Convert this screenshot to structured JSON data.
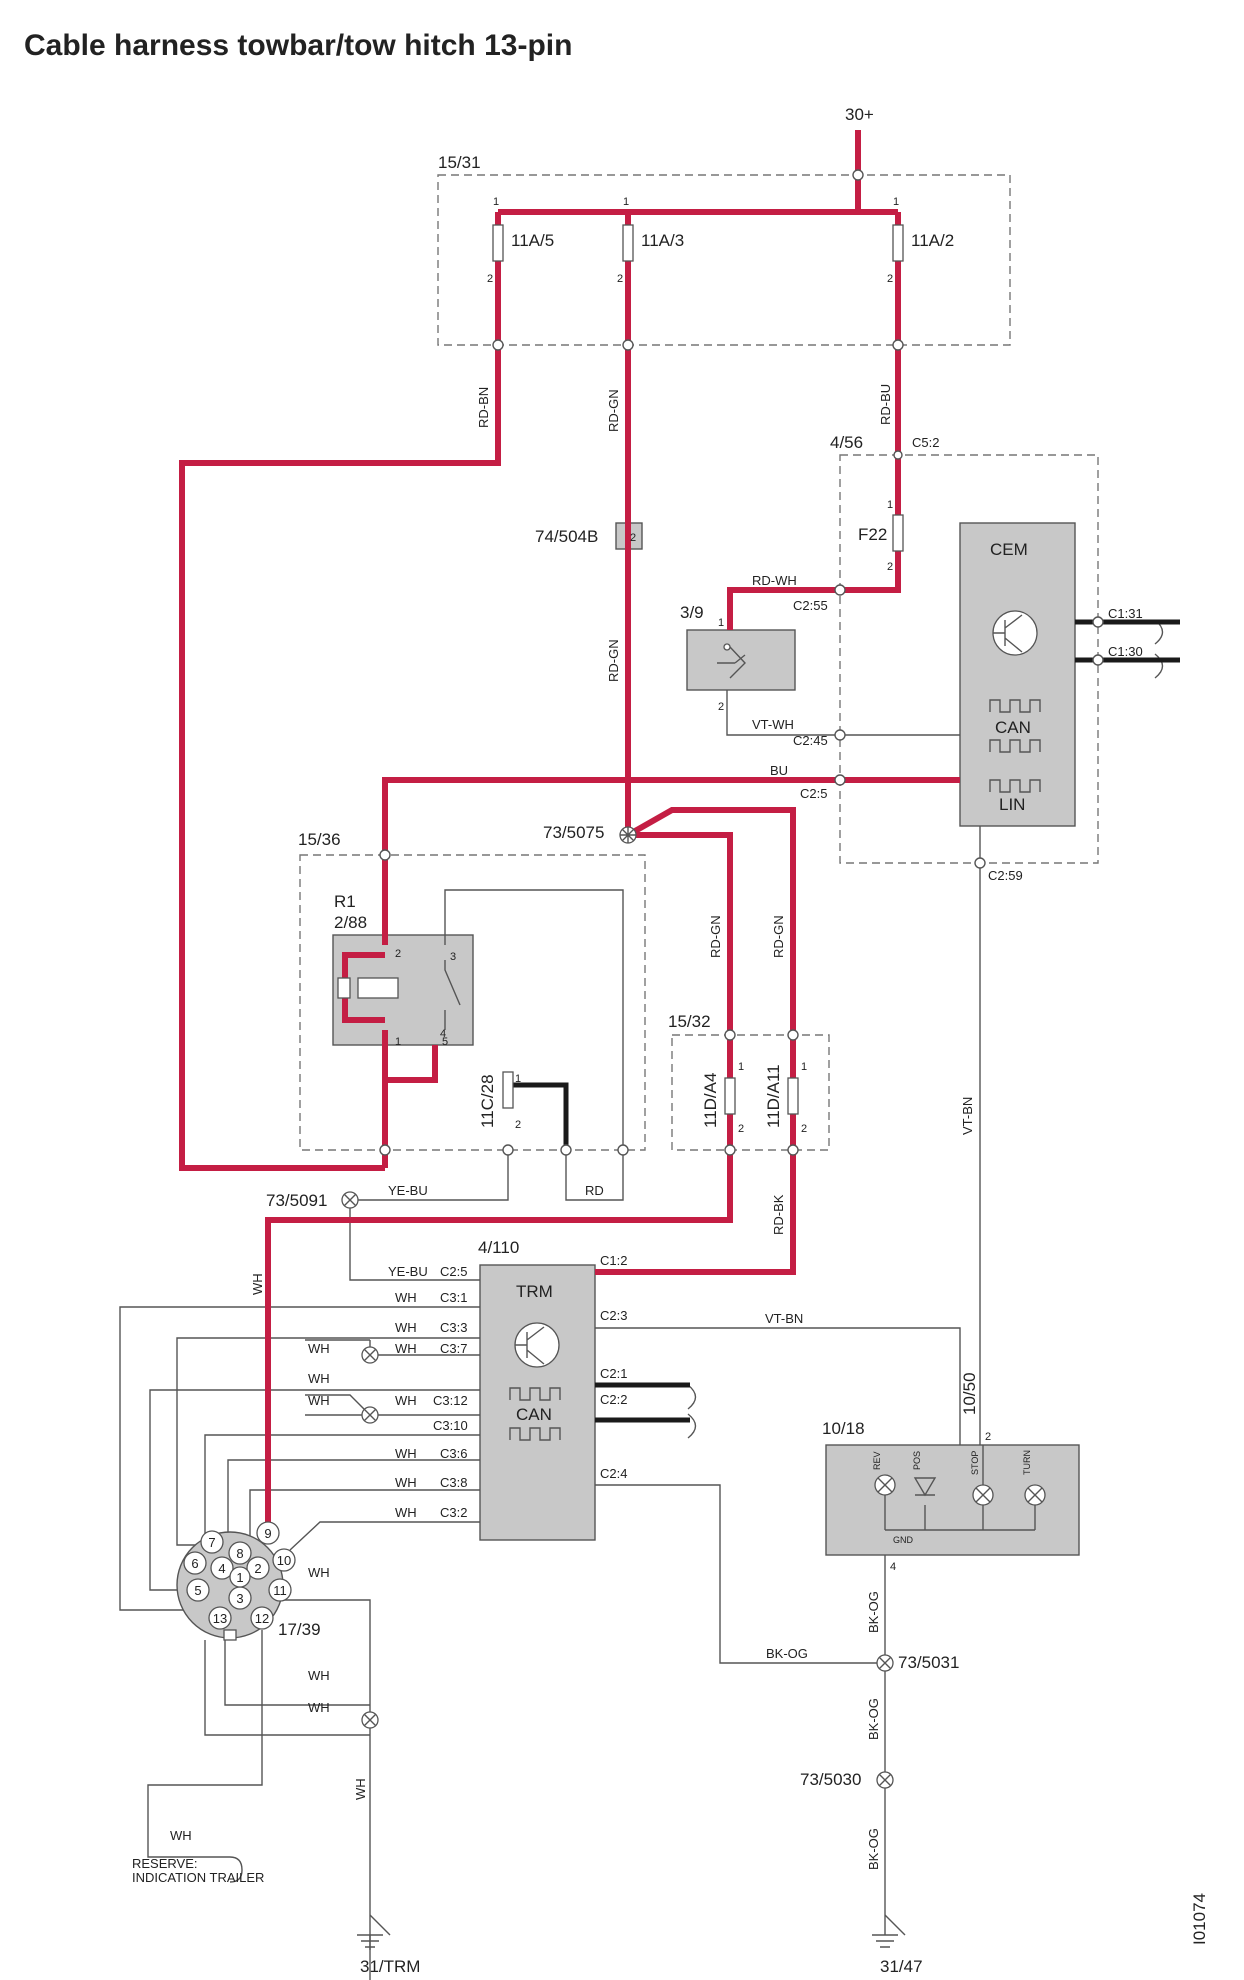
{
  "title": "Cable harness towbar/tow hitch 13-pin",
  "drawing_id": "I01074",
  "supply": "30+",
  "components": {
    "fuse_box_top": "15/31",
    "fuse_a": "11A/5",
    "fuse_b": "11A/3",
    "fuse_c": "11A/2",
    "cem_module": "4/56",
    "cem_fuse": "F22",
    "cem": "CEM",
    "can": "CAN",
    "lin": "LIN",
    "switch": "3/9",
    "connector_74": "74/504B",
    "splice_5075": "73/5075",
    "relay_box": "15/36",
    "relay_name": "R1",
    "relay_code": "2/88",
    "fuse_11c": "11C/28",
    "fuse_box_mid": "15/32",
    "fuse_11d_a4": "11D/A4",
    "fuse_11d_a11": "11D/A11",
    "splice_5091": "73/5091",
    "trm_ref": "4/110",
    "trm": "TRM",
    "trm_can": "CAN",
    "socket": "17/39",
    "lamp_unit": "10/18",
    "lamp_conn": "10/50",
    "splice_5031": "73/5031",
    "splice_5030": "73/5030",
    "ground_trm": "31/TRM",
    "ground_47": "31/47",
    "reserve_line1": "RESERVE:",
    "reserve_line2": "INDICATION TRAILER"
  },
  "wire_colors": {
    "rd_bn": "RD-BN",
    "rd_gn_1": "RD-GN",
    "rd_gn_2": "RD-GN",
    "rd_gn_3": "RD-GN",
    "rd_gn_4": "RD-GN",
    "rd_bu": "RD-BU",
    "rd_wh": "RD-WH",
    "vt_wh": "VT-WH",
    "bu": "BU",
    "ye_bu_1": "YE-BU",
    "ye_bu_2": "YE-BU",
    "rd": "RD",
    "rd_bk": "RD-BK",
    "vt_bn_1": "VT-BN",
    "vt_bn_2": "VT-BN",
    "bk_og_1": "BK-OG",
    "bk_og_2": "BK-OG",
    "bk_og_3": "BK-OG",
    "bk_og_4": "BK-OG",
    "wh": "WH"
  },
  "connectors": {
    "c5_2": "C5:2",
    "c2_55": "C2:55",
    "c2_45": "C2:45",
    "c2_5": "C2:5",
    "c2_59": "C2:59",
    "c1_31": "C1:31",
    "c1_30": "C1:30",
    "trm_c2_5": "C2:5",
    "trm_c3_1": "C3:1",
    "trm_c3_3": "C3:3",
    "trm_c3_7": "C3:7",
    "trm_c3_12": "C3:12",
    "trm_c3_10": "C3:10",
    "trm_c3_6": "C3:6",
    "trm_c3_8": "C3:8",
    "trm_c3_2": "C3:2",
    "trm_c1_2": "C1:2",
    "trm_c2_3": "C2:3",
    "trm_c2_1": "C2:1",
    "trm_c2_2": "C2:2",
    "trm_c2_4": "C2:4"
  },
  "lamp_labels": [
    "REV",
    "POS",
    "STOP",
    "TURN"
  ],
  "gnd": "GND",
  "socket_pins": [
    "1",
    "2",
    "3",
    "4",
    "5",
    "6",
    "7",
    "8",
    "9",
    "10",
    "11",
    "12",
    "13"
  ],
  "pin_numbers": {
    "one": "1",
    "two": "2",
    "three": "3",
    "four": "4",
    "five": "5"
  }
}
